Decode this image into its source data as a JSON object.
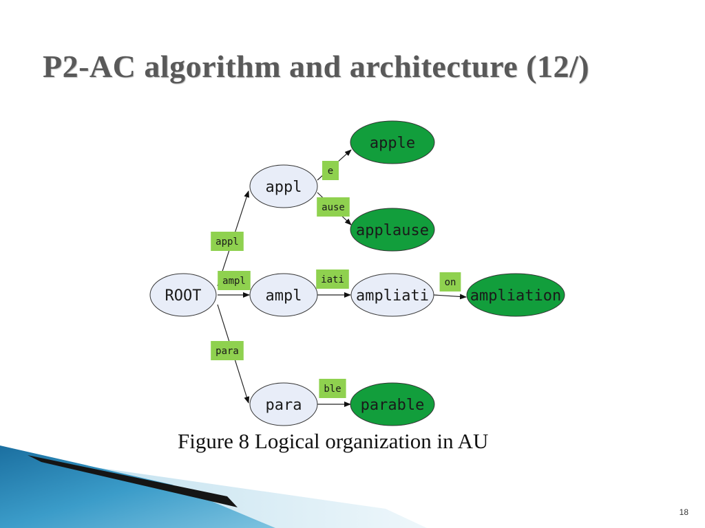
{
  "slide": {
    "title": "P2-AC algorithm and architecture (12/)",
    "caption": "Figure 8 Logical organization in AU",
    "page_number": "18"
  },
  "colors": {
    "internal_node_fill": "#e8edf8",
    "leaf_node_fill": "#129e3c",
    "edge_label_fill": "#8fd14f",
    "title_color": "#595959"
  },
  "diagram": {
    "nodes": [
      {
        "id": "root",
        "label": "ROOT",
        "kind": "internal"
      },
      {
        "id": "appl",
        "label": "appl",
        "kind": "internal"
      },
      {
        "id": "ampl",
        "label": "ampl",
        "kind": "internal"
      },
      {
        "id": "para",
        "label": "para",
        "kind": "internal"
      },
      {
        "id": "ampliati",
        "label": "ampliati",
        "kind": "internal"
      },
      {
        "id": "apple",
        "label": "apple",
        "kind": "leaf"
      },
      {
        "id": "applause",
        "label": "applause",
        "kind": "leaf"
      },
      {
        "id": "ampliation",
        "label": "ampliation",
        "kind": "leaf"
      },
      {
        "id": "parable",
        "label": "parable",
        "kind": "leaf"
      }
    ],
    "edges": [
      {
        "from": "root",
        "to": "appl",
        "label": "appl"
      },
      {
        "from": "root",
        "to": "ampl",
        "label": "ampl"
      },
      {
        "from": "root",
        "to": "para",
        "label": "para"
      },
      {
        "from": "appl",
        "to": "apple",
        "label": "e"
      },
      {
        "from": "appl",
        "to": "applause",
        "label": "ause"
      },
      {
        "from": "ampl",
        "to": "ampliati",
        "label": "iati"
      },
      {
        "from": "ampliati",
        "to": "ampliation",
        "label": "on"
      },
      {
        "from": "para",
        "to": "parable",
        "label": "ble"
      }
    ]
  }
}
